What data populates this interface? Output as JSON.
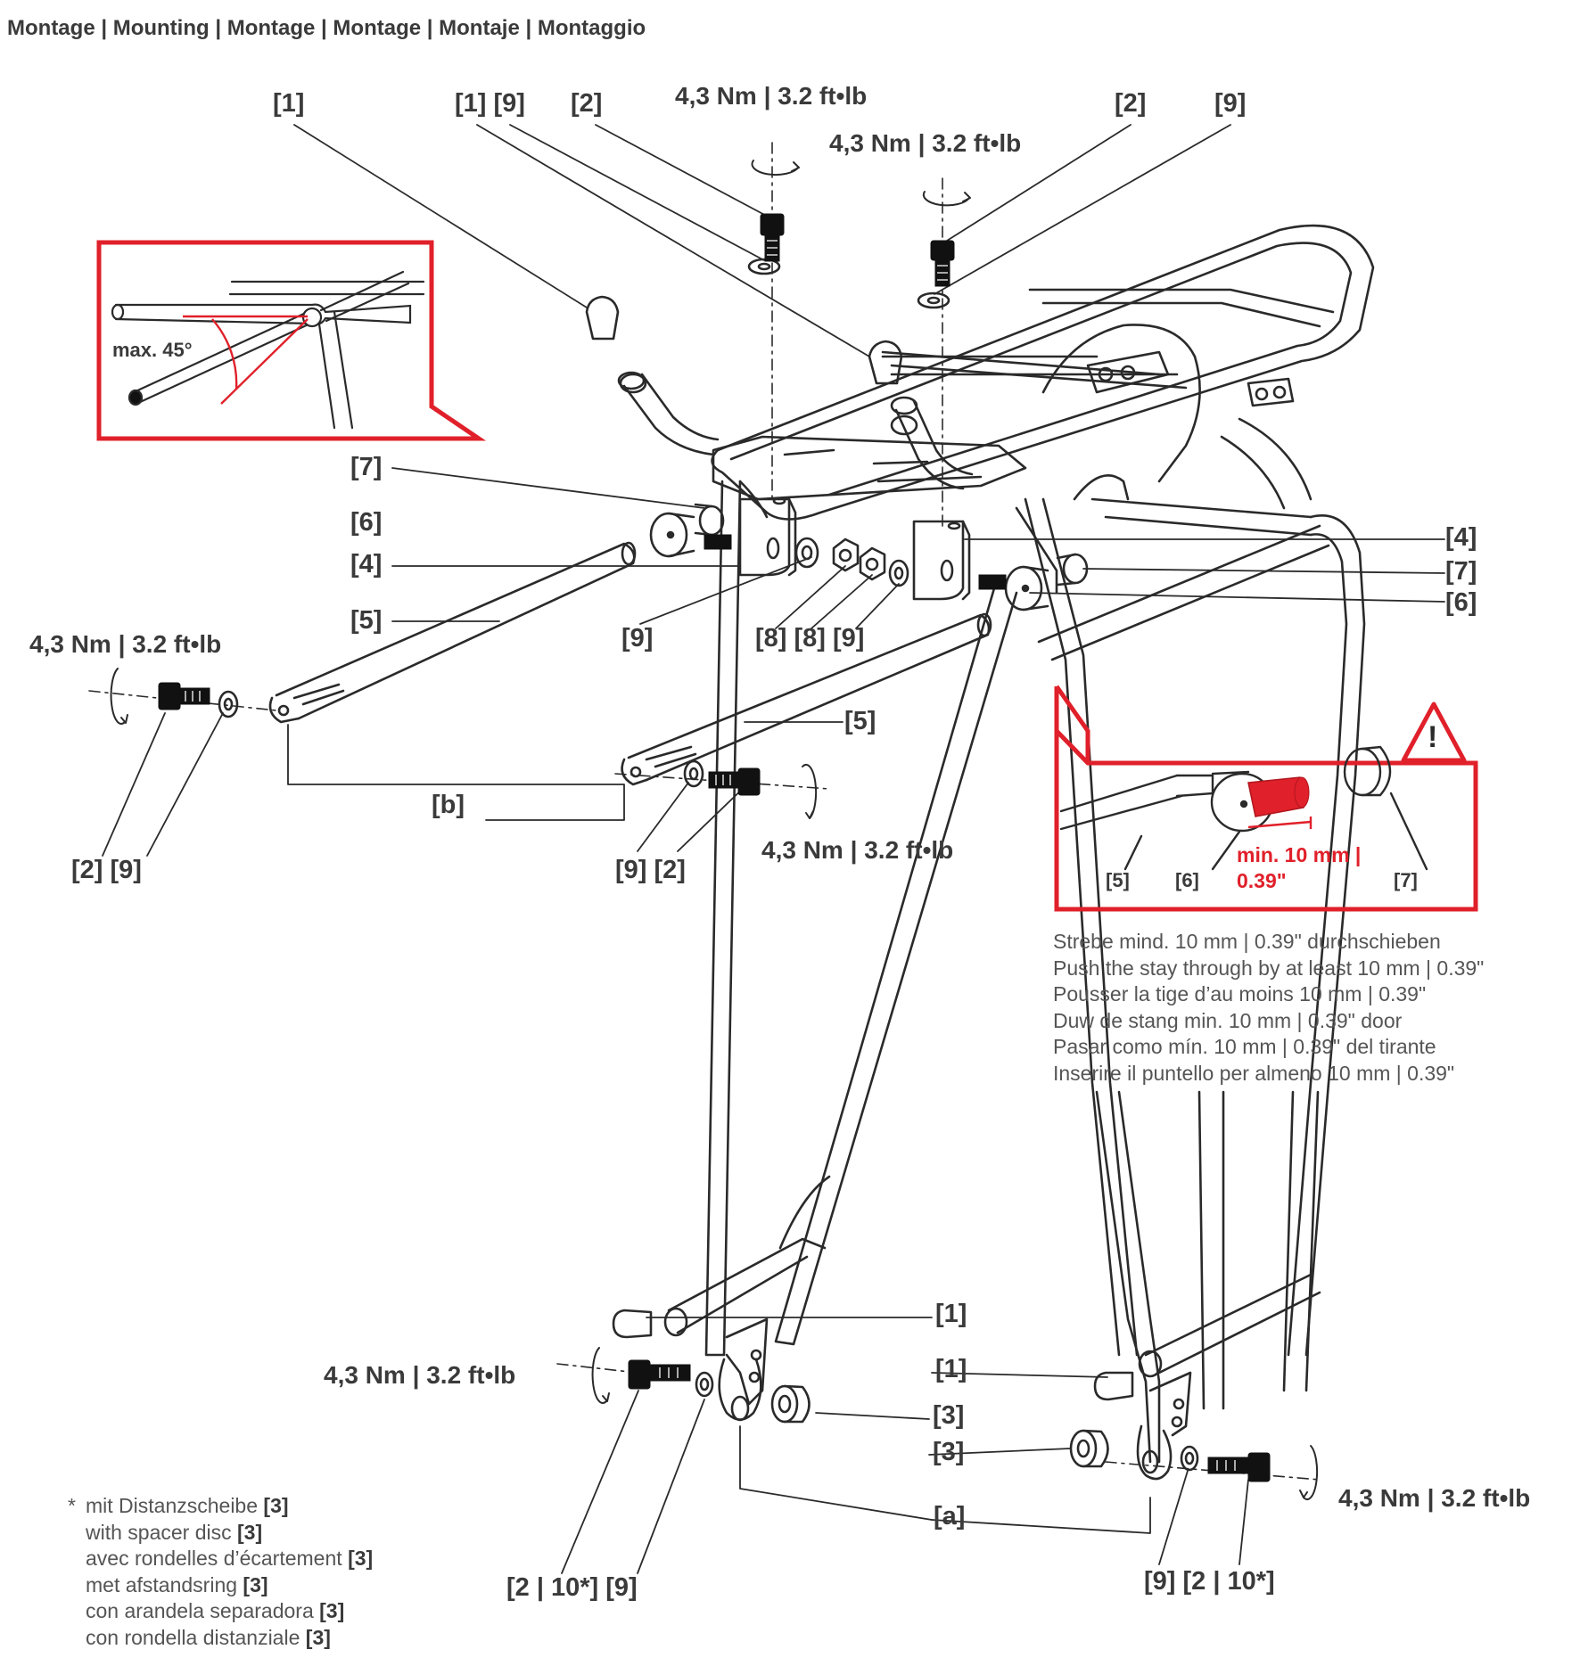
{
  "header": {
    "title": "Montage | Mounting | Montage | Montage | Montaje | Montaggio"
  },
  "torque": {
    "value": "4,3 Nm | 3.2 ft•lb"
  },
  "labels": {
    "p1": "[1]",
    "p1_9": "[1] [9]",
    "p2": "[2]",
    "p3": "[3]",
    "p4": "[4]",
    "p5": "[5]",
    "p6": "[6]",
    "p7": "[7]",
    "p8_8_9": "[8] [8] [9]",
    "p9": "[9]",
    "p2_9": "[2]   [9]",
    "p9_2": "[9]  [2]",
    "pa": "[a]",
    "pb": "[b]",
    "p2_10_9": "[2 | 10*]  [9]",
    "p9_2_10": "[9]  [2 | 10*]"
  },
  "angle_inset": {
    "label": "max. 45°"
  },
  "warning_inset": {
    "symbol": "!",
    "label_5": "[5]",
    "label_6": "[6]",
    "label_7": "[7]",
    "min_line1": "min. 10 mm |",
    "min_line2": "0.39\""
  },
  "instructions": [
    "Strebe mind. 10 mm | 0.39\" durchschieben",
    "Push the stay through by at least 10 mm | 0.39\"",
    "Pousser la tige d’au moins 10 mm | 0.39\"",
    "Duw de stang min. 10 mm | 0.39\" door",
    "Pasar como mín. 10 mm | 0.39\" del tirante",
    "Inserire il puntello per almeno 10 mm | 0.39\""
  ],
  "footnote": {
    "marker": "*",
    "part": "[3]",
    "lines": [
      "mit Distanzscheibe",
      "with spacer disc",
      "avec rondelles d’écartement",
      "met afstandsring",
      "con arandela separadora",
      "con rondella distanziale"
    ]
  },
  "colors": {
    "accent": "#e0202a",
    "line": "#2a2a2a",
    "text": "#3a3a3a"
  }
}
